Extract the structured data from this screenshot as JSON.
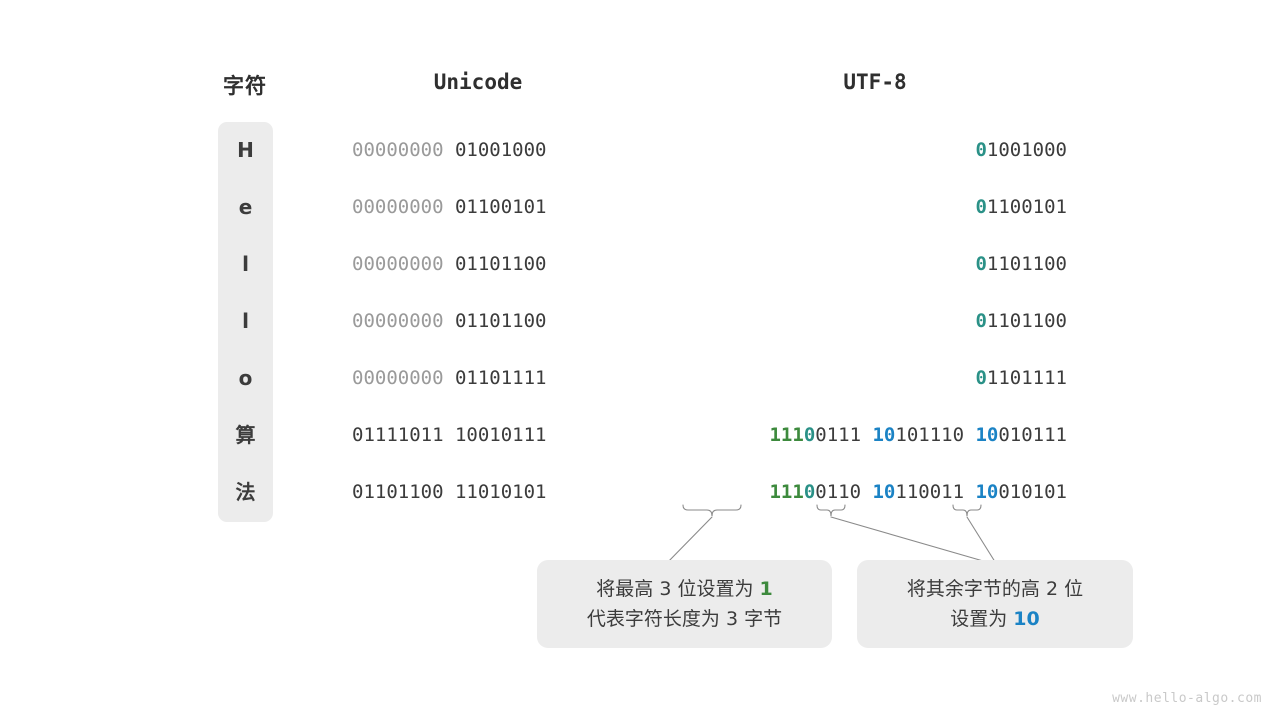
{
  "headers": {
    "character": "字符",
    "unicode": "Unicode",
    "utf8": "UTF-8"
  },
  "rows": [
    {
      "char": "H",
      "unicode_byte1": "00000000",
      "unicode_byte2": "01001000",
      "utf8_prefix": "0",
      "utf8_rest": "1001000"
    },
    {
      "char": "e",
      "unicode_byte1": "00000000",
      "unicode_byte2": "01100101",
      "utf8_prefix": "0",
      "utf8_rest": "1100101"
    },
    {
      "char": "l",
      "unicode_byte1": "00000000",
      "unicode_byte2": "01101100",
      "utf8_prefix": "0",
      "utf8_rest": "1101100"
    },
    {
      "char": "l",
      "unicode_byte1": "00000000",
      "unicode_byte2": "01101100",
      "utf8_prefix": "0",
      "utf8_rest": "1101100"
    },
    {
      "char": "o",
      "unicode_byte1": "00000000",
      "unicode_byte2": "01101111",
      "utf8_prefix": "0",
      "utf8_rest": "1101111"
    },
    {
      "char": "算",
      "unicode_byte1": "01111011",
      "unicode_byte2": "10010111",
      "utf8_b1_green": "111",
      "utf8_b1_teal": "0",
      "utf8_b1_rest": "0111",
      "utf8_b2_blue": "10",
      "utf8_b2_rest": "101110",
      "utf8_b3_blue": "10",
      "utf8_b3_rest": "010111"
    },
    {
      "char": "法",
      "unicode_byte1": "01101100",
      "unicode_byte2": "11010101",
      "utf8_b1_green": "111",
      "utf8_b1_teal": "0",
      "utf8_b1_rest": "0110",
      "utf8_b2_blue": "10",
      "utf8_b2_rest": "110011",
      "utf8_b3_blue": "10",
      "utf8_b3_rest": "010101"
    }
  ],
  "callouts": {
    "first": {
      "line1_a": "将最高 ",
      "line1_num": "3",
      "line1_b": " 位设置为 ",
      "line1_hl": "1",
      "line2_a": "代表字符长度为 ",
      "line2_num": "3",
      "line2_b": " 字节"
    },
    "second": {
      "line1_a": "将其余字节的高 ",
      "line1_num": "2",
      "line1_b": " 位",
      "line2_a": "设置为 ",
      "line2_hl": "10"
    }
  },
  "watermark": "www.hello-algo.com",
  "colors": {
    "green": "#3d8a3d",
    "teal": "#2a9187",
    "blue": "#1b83c5",
    "dark_text": "#3c3c3c",
    "dim_text": "#9a9a9a",
    "panel_bg": "#ececec",
    "background": "#ffffff",
    "watermark": "#c9c9c9",
    "connector": "#8a8a8a"
  }
}
